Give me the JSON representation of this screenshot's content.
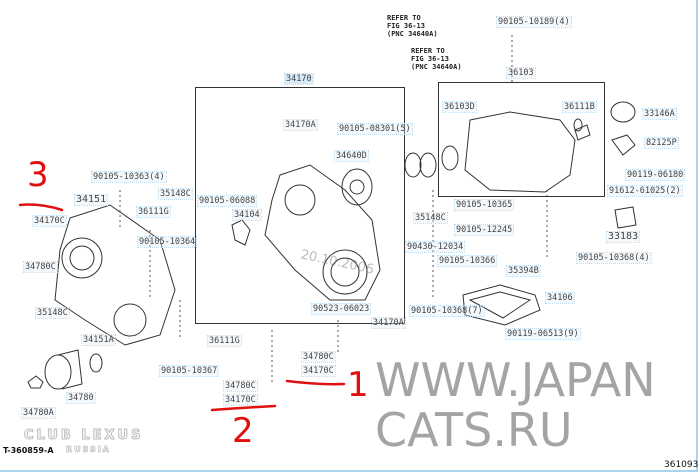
{
  "diagram": {
    "group_label": "34170",
    "refer_notes": [
      {
        "line1": "REFER TO",
        "line2": "FIG 36-13",
        "line3": "(PNC 34640A)"
      },
      {
        "line1": "REFER TO",
        "line2": "FIG 36-13",
        "line3": "(PNC 34640A)"
      }
    ],
    "parts": {
      "p_90105_10189": "90105-10189(4)",
      "p_36103": "36103",
      "p_36103d": "36103D",
      "p_36111b": "36111B",
      "p_33146a": "33146A",
      "p_82125p": "82125P",
      "p_90119_06180": "90119-06180",
      "p_91612_61025": "91612-61025(2)",
      "p_33183": "33183",
      "p_90105_10368_4": "90105-10368(4)",
      "p_35394b": "35394B",
      "p_34106": "34106",
      "p_90105_10368_7": "90105-10368(7)",
      "p_90119_06513": "90119-06513(9)",
      "p_90105_10365": "90105-10365",
      "p_35148c_r": "35148C",
      "p_90105_12245": "90105-12245",
      "p_90430_12034": "90430-12034",
      "p_90105_10366": "90105-10366",
      "p_34170a_top": "34170A",
      "p_90105_08301": "90105-08301(5)",
      "p_34640d": "34640D",
      "p_90105_06088": "90105-06088",
      "p_34104": "34104",
      "p_90523_06023": "90523-06023",
      "p_34170a_bot": "34170A",
      "p_36111g_mid": "36111G",
      "p_90105_10367": "90105-10367",
      "p_34780c_1": "34780C",
      "p_34170c_1": "34170C",
      "p_34780c_2": "34780C",
      "p_34170c_2": "34170C",
      "p_90105_10363": "90105-10363(4)",
      "p_34151": "34151",
      "p_35148c_l1": "35148C",
      "p_36111g_l": "36111G",
      "p_90105_10364": "90105-10364",
      "p_34170c_3": "34170C",
      "p_34780c_3": "34780C",
      "p_35148c_l2": "35148C",
      "p_34151a": "34151A",
      "p_34780": "34780",
      "p_34780a": "34780A"
    },
    "illustration_code": "T-360859-A",
    "figure_number": "361093"
  },
  "annotations": {
    "mark1": "1",
    "mark2": "2",
    "mark3": "3",
    "color": "#e01010"
  },
  "watermark": {
    "site": "WWW.JAPANCATS.RU",
    "date": "20.10.2006",
    "logo_line1": "CLUB LEXUS",
    "logo_line2": "RUSSIA"
  }
}
